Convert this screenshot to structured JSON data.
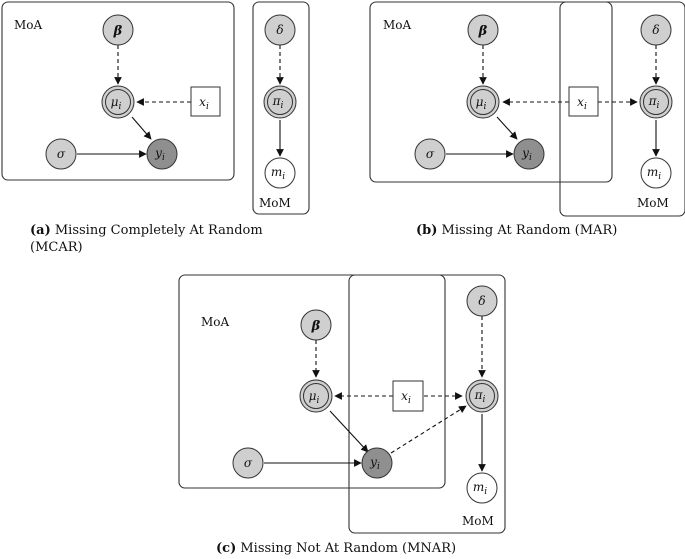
{
  "panels": [
    {
      "id": "a",
      "caption": {
        "letter": "(a)",
        "text_line1": "Missing Completely At Random",
        "text_line2": "(MCAR)"
      },
      "plates": {
        "moa": "MoA",
        "mom": "MoM"
      },
      "nodes": {
        "beta": "β",
        "mu": "μ",
        "mu_sub": "i",
        "x": "x",
        "x_sub": "i",
        "sigma": "σ",
        "y": "y",
        "y_sub": "i",
        "delta": "δ",
        "pi": "π",
        "pi_sub": "i",
        "m": "m",
        "m_sub": "i"
      }
    },
    {
      "id": "b",
      "caption": {
        "letter": "(b)",
        "text_line1": "Missing At Random (MAR)"
      },
      "plates": {
        "moa": "MoA",
        "mom": "MoM"
      },
      "nodes": {
        "beta": "β",
        "mu": "μ",
        "mu_sub": "i",
        "x": "x",
        "x_sub": "i",
        "sigma": "σ",
        "y": "y",
        "y_sub": "i",
        "delta": "δ",
        "pi": "π",
        "pi_sub": "i",
        "m": "m",
        "m_sub": "i"
      }
    },
    {
      "id": "c",
      "caption": {
        "letter": "(c)",
        "text_line1": "Missing Not At Random (MNAR)"
      },
      "plates": {
        "moa": "MoA",
        "mom": "MoM"
      },
      "nodes": {
        "beta": "β",
        "mu": "μ",
        "mu_sub": "i",
        "x": "x",
        "x_sub": "i",
        "sigma": "σ",
        "y": "y",
        "y_sub": "i",
        "delta": "δ",
        "pi": "π",
        "pi_sub": "i",
        "m": "m",
        "m_sub": "i"
      }
    }
  ],
  "colors": {
    "observed_light": "#cfcfcf",
    "observed_dark": "#8f8f8f",
    "latent": "#ffffff",
    "stroke": "#333333"
  }
}
